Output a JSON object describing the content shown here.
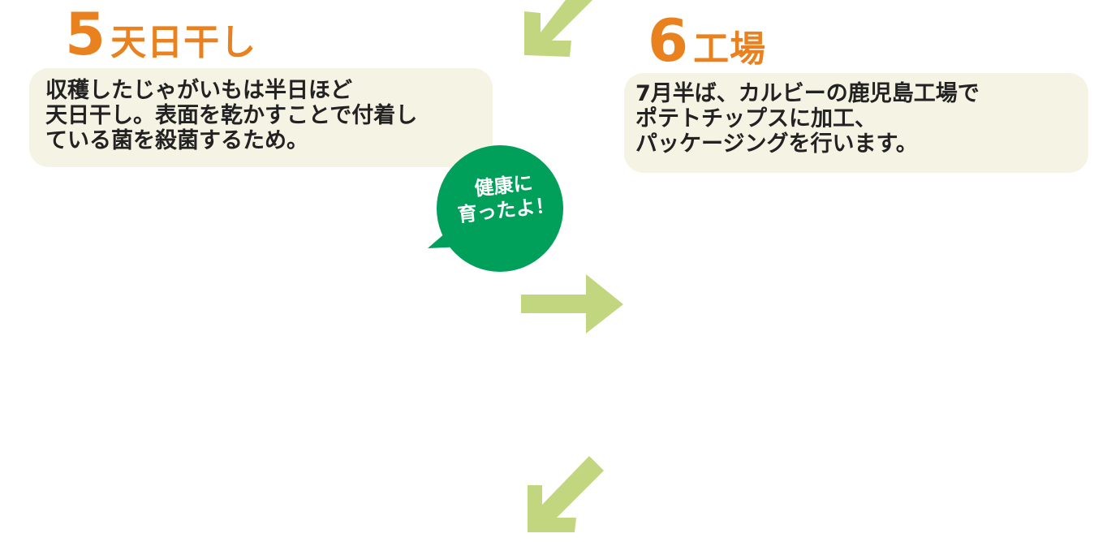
{
  "step5": {
    "number": "5",
    "name": "天日干し",
    "lines": [
      "収穫したじゃがいもは半日ほど",
      "天日干し。表面を乾かすことで付着し",
      "ている菌を殺菌するため。"
    ]
  },
  "step6": {
    "number": "6",
    "name": "工場",
    "lines": [
      "7月半ば、カルビーの鹿児島工場で",
      "ポテトチップスに加工、",
      "パッケージングを行います。"
    ]
  },
  "badge": {
    "lines": [
      "健康に",
      "育ったよ！"
    ],
    "color": "#00a05a"
  },
  "colors": {
    "accent_orange": "#e8811e",
    "arrow_green": "#c2d680",
    "bubble_bg": "#f5f3e4"
  },
  "icons": {
    "arrows": [
      "arrow-down-left-icon",
      "arrow-right-icon",
      "arrow-down-left-icon"
    ]
  }
}
